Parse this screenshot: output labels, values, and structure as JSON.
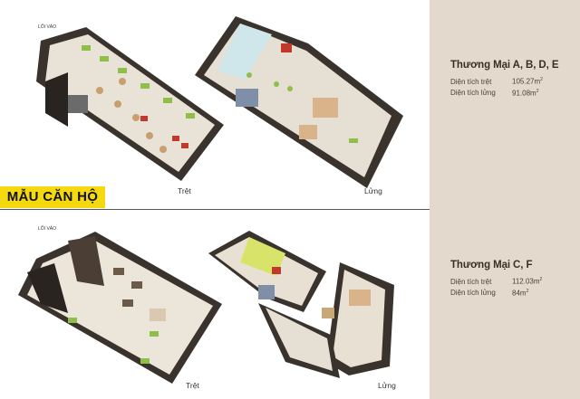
{
  "badge": "MẪU CĂN HỘ",
  "top": {
    "entry_label": "LỐI VÀO",
    "floor_left": "Trệt",
    "floor_right": "Lửng",
    "info": {
      "title": "Thương Mại A, B, D, E",
      "rows": [
        {
          "label": "Diện tích trệt",
          "value": "105.27m",
          "sup": "2"
        },
        {
          "label": "Diện tích lửng",
          "value": "91.08m",
          "sup": "2"
        }
      ]
    }
  },
  "bottom": {
    "entry_label": "LỐI VÀO",
    "floor_left": "Trệt",
    "floor_right": "Lửng",
    "info": {
      "title": "Thương Mại C, F",
      "rows": [
        {
          "label": "Diện tích trệt",
          "value": "112.03m",
          "sup": "2"
        },
        {
          "label": "Diện tích lửng",
          "value": "84m",
          "sup": "2"
        }
      ]
    }
  },
  "colors": {
    "panel": "#e3d9cd",
    "badge": "#f5d90f",
    "wall": "#3a332d",
    "floor": "#e9e2d6"
  }
}
